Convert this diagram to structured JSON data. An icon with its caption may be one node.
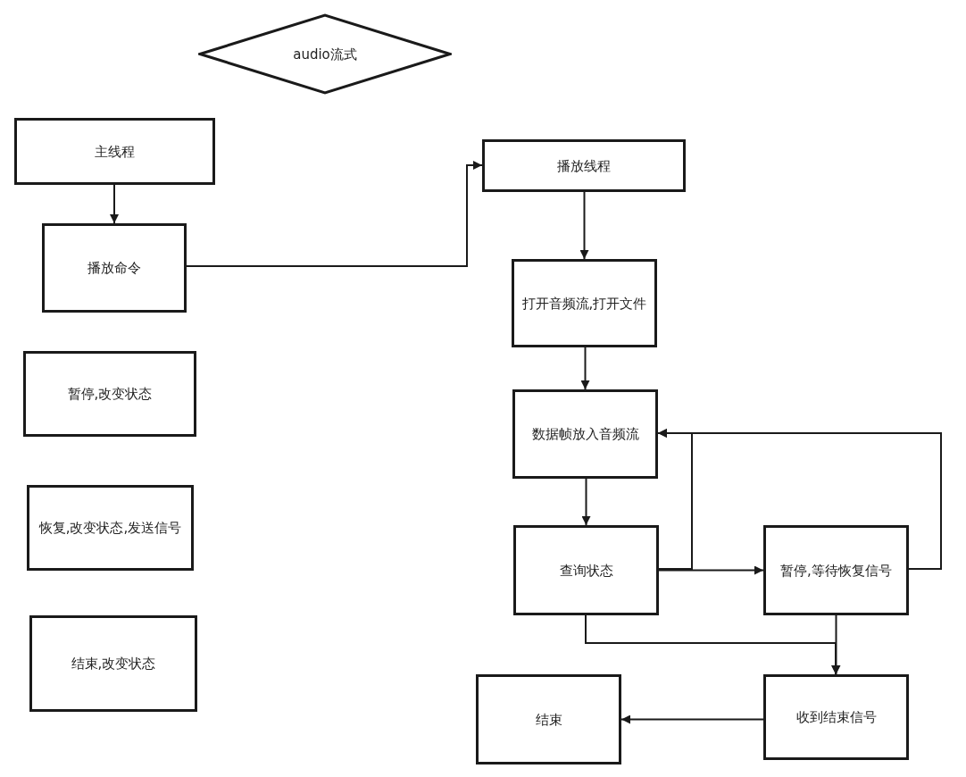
{
  "diagram": {
    "nodes": [
      {
        "text": [
          "audio流式"
        ]
      },
      {
        "text": [
          "主线程"
        ]
      },
      {
        "text": [
          "播放命令"
        ]
      },
      {
        "text": [
          "暂停,改变状态"
        ]
      },
      {
        "text": [
          "恢复,改变状态,发送信号"
        ]
      },
      {
        "text": [
          "结束,改变状态"
        ]
      },
      {
        "text": [
          "播放线程"
        ]
      },
      {
        "text": [
          "打开音频流,打开文件"
        ]
      },
      {
        "text": [
          "数据帧放入音频流"
        ]
      },
      {
        "text": [
          "查询状态"
        ]
      },
      {
        "text": [
          "暂停,等待恢复信号"
        ]
      },
      {
        "text": [
          "收到结束信号"
        ]
      },
      {
        "text": [
          "结束"
        ]
      }
    ],
    "edges": [
      {
        "from": 1,
        "to": 2,
        "arrow": "to"
      },
      {
        "from": 2,
        "to": 6,
        "arrow": "to"
      },
      {
        "from": 6,
        "to": 7,
        "arrow": "to"
      },
      {
        "from": 7,
        "to": 8,
        "arrow": "to"
      },
      {
        "from": 8,
        "to": 9,
        "arrow": "to"
      },
      {
        "from": 9,
        "to": 10,
        "arrow": "to"
      },
      {
        "from": 9,
        "to": 8,
        "arrow": "to"
      },
      {
        "from": 10,
        "to": 8,
        "arrow": "to"
      },
      {
        "from": 9,
        "to": 11,
        "arrow": "to"
      },
      {
        "from": 10,
        "to": 11,
        "arrow": "to"
      },
      {
        "from": 11,
        "to": 12,
        "arrow": "to"
      }
    ]
  }
}
